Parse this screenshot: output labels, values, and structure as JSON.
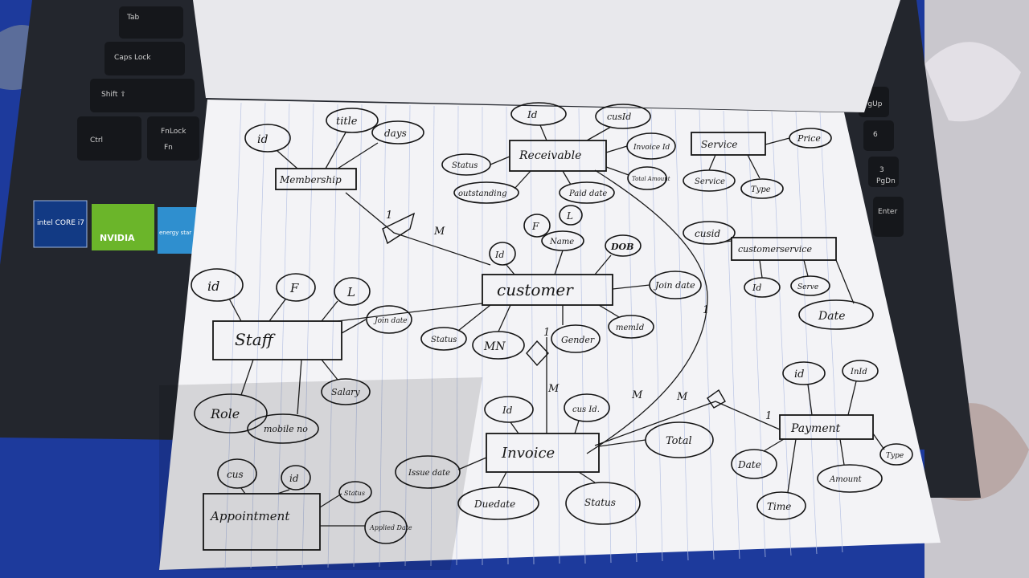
{
  "keyboard": {
    "keys": [
      "Tab",
      "Caps Lock",
      "Shift ⇧",
      "Ctrl",
      "FnLock",
      "Fn"
    ],
    "right_keys": [
      "PgUp",
      "6",
      "3",
      "PgDn",
      "Enter"
    ],
    "stickers": [
      "intel CORE i7",
      "NVIDIA",
      "energy star"
    ]
  },
  "entities": {
    "membership": {
      "label": "Membership",
      "attrs": [
        "id",
        "title",
        "days"
      ]
    },
    "receivable": {
      "label": "Receivable",
      "attrs": [
        "Id",
        "cusId",
        "Invoice Id",
        "Total Amount",
        "Status",
        "outstanding",
        "Paid date"
      ]
    },
    "service": {
      "label": "Service",
      "attrs": [
        "Price",
        "Service",
        "Type"
      ]
    },
    "customer": {
      "label": "customer",
      "attrs": [
        "Id",
        "F",
        "L",
        "Name",
        "DOB",
        "Join date",
        "Status",
        "MN",
        "Gender",
        "memId"
      ]
    },
    "customerservice": {
      "label": "customerservice",
      "attrs": [
        "cusid",
        "Id",
        "Serve",
        "Date"
      ]
    },
    "staff": {
      "label": "Staff",
      "attrs": [
        "id",
        "F",
        "L",
        "Join date",
        "Role",
        "mobile no",
        "Salary"
      ]
    },
    "invoice": {
      "label": "Invoice",
      "attrs": [
        "Id",
        "cus Id.",
        "Issue date",
        "Duedate",
        "Status",
        "Total"
      ]
    },
    "payment": {
      "label": "Payment",
      "attrs": [
        "id",
        "InId",
        "Date",
        "Time",
        "Amount",
        "Type"
      ]
    },
    "appointment": {
      "label": "Appointment",
      "attrs": [
        "cus",
        "id",
        "Status",
        "Applied Date"
      ]
    }
  },
  "cardinalities": [
    "1",
    "M",
    "1",
    "M",
    "M",
    "M",
    "1",
    "1"
  ],
  "colors": {
    "paper": "#f3f3f6",
    "ink": "#161616",
    "blanket": "#1d3a9c",
    "laptop": "#23262d"
  }
}
